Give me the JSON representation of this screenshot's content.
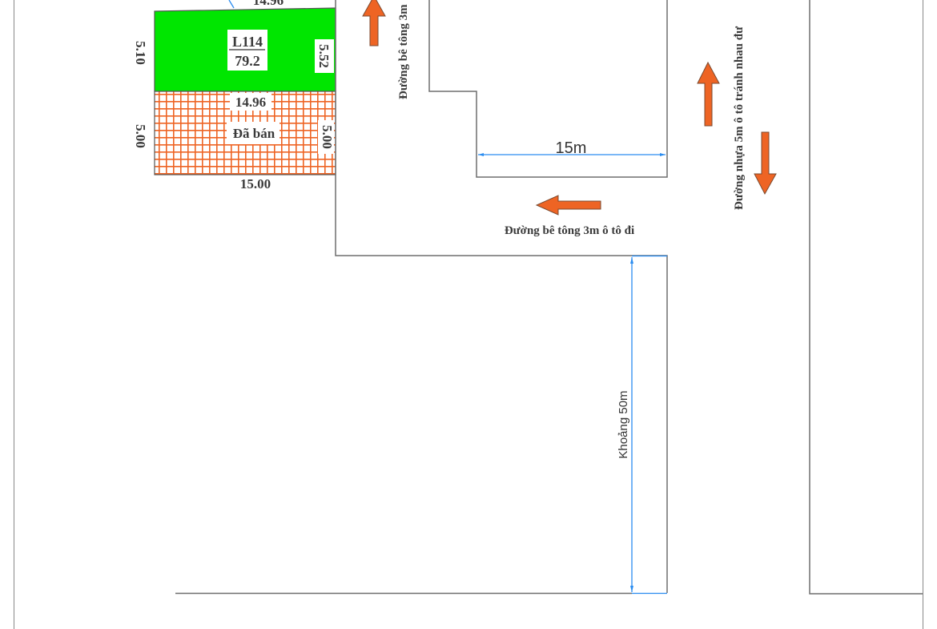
{
  "lot": {
    "id": "L114",
    "area": "79.2",
    "top_width": "14.96",
    "left_depth": "5.10",
    "right_depth": "5.52",
    "color": "#00e600"
  },
  "sold_lot": {
    "label": "Đã bán",
    "top_width": "14.96",
    "bottom_width": "15.00",
    "left_depth": "5.00",
    "right_depth": "5.00",
    "color": "#ee6424"
  },
  "roads": {
    "concrete_vertical": "Đường bê tông 3m",
    "concrete_horizontal": "Đường bê tông 3m ô tô đi",
    "asphalt": "Đường nhựa 5m ô tô tránh nhau đư"
  },
  "dimensions": {
    "building_width": "15m",
    "distance": "Khoảng 50m"
  }
}
